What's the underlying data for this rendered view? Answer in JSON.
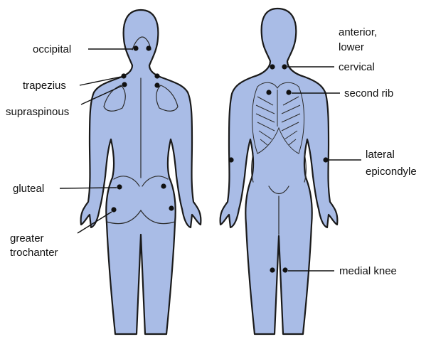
{
  "figures": {
    "back": {
      "labels": {
        "occipital": "occipital",
        "trapezius": "trapezius",
        "supraspinous": "supraspinous",
        "gluteal": "gluteal",
        "greater_trochanter": [
          "greater",
          "trochanter"
        ]
      }
    },
    "front": {
      "labels": {
        "anterior_lower_cervical": [
          "anterior,",
          "lower",
          "cervical"
        ],
        "second_rib": "second rib",
        "lateral_epicondyle": [
          "lateral",
          "epicondyle"
        ],
        "medial_knee": "medial knee"
      }
    }
  },
  "colors": {
    "body": "#a9bce6",
    "outline": "#1a1a1a",
    "point": "#111111"
  }
}
